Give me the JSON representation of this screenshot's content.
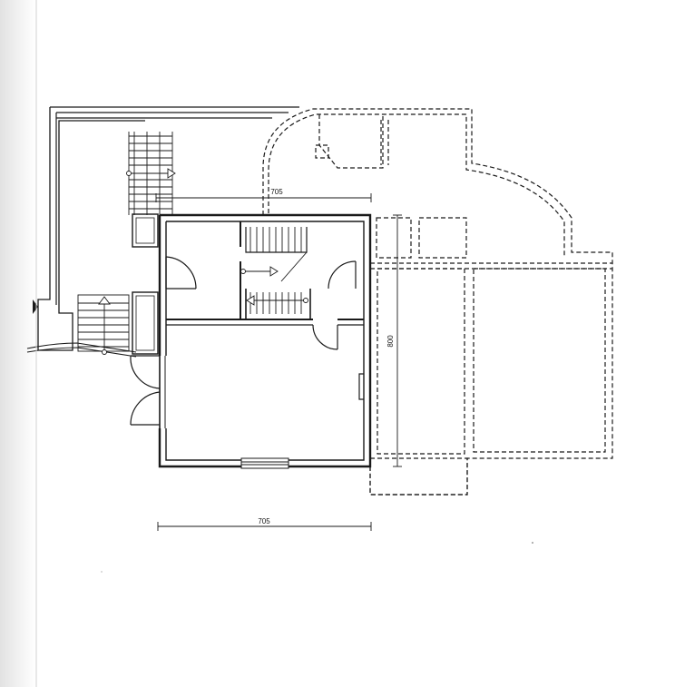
{
  "dimensions": {
    "top_width": "705",
    "bottom_width": "705",
    "right_height": "800"
  },
  "colors": {
    "ink": "#1a1a1a",
    "paper": "#ffffff",
    "binding_shadow": "#e2e2e2"
  }
}
